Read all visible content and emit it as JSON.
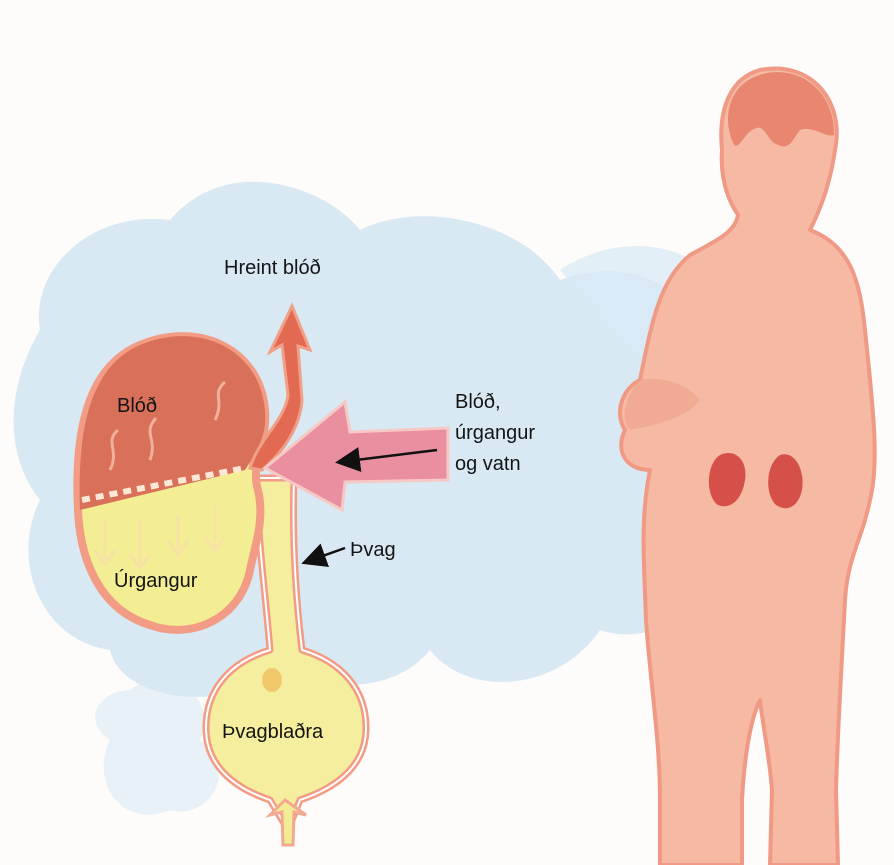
{
  "labels": {
    "clean_blood": "Hreint blóð",
    "blood": "Blóð",
    "input_line1": "Blóð,",
    "input_line2": "úrgangur",
    "input_line3": "og vatn",
    "urine": "Þvag",
    "waste": "Úrgangur",
    "bladder": "Þvagblaðra"
  },
  "colors": {
    "blood": "#d96b55",
    "waste": "#f1ec94",
    "inflow": "#e98a9b",
    "skin": "#f4b8a4",
    "background_wash": "#cfe4f1"
  }
}
